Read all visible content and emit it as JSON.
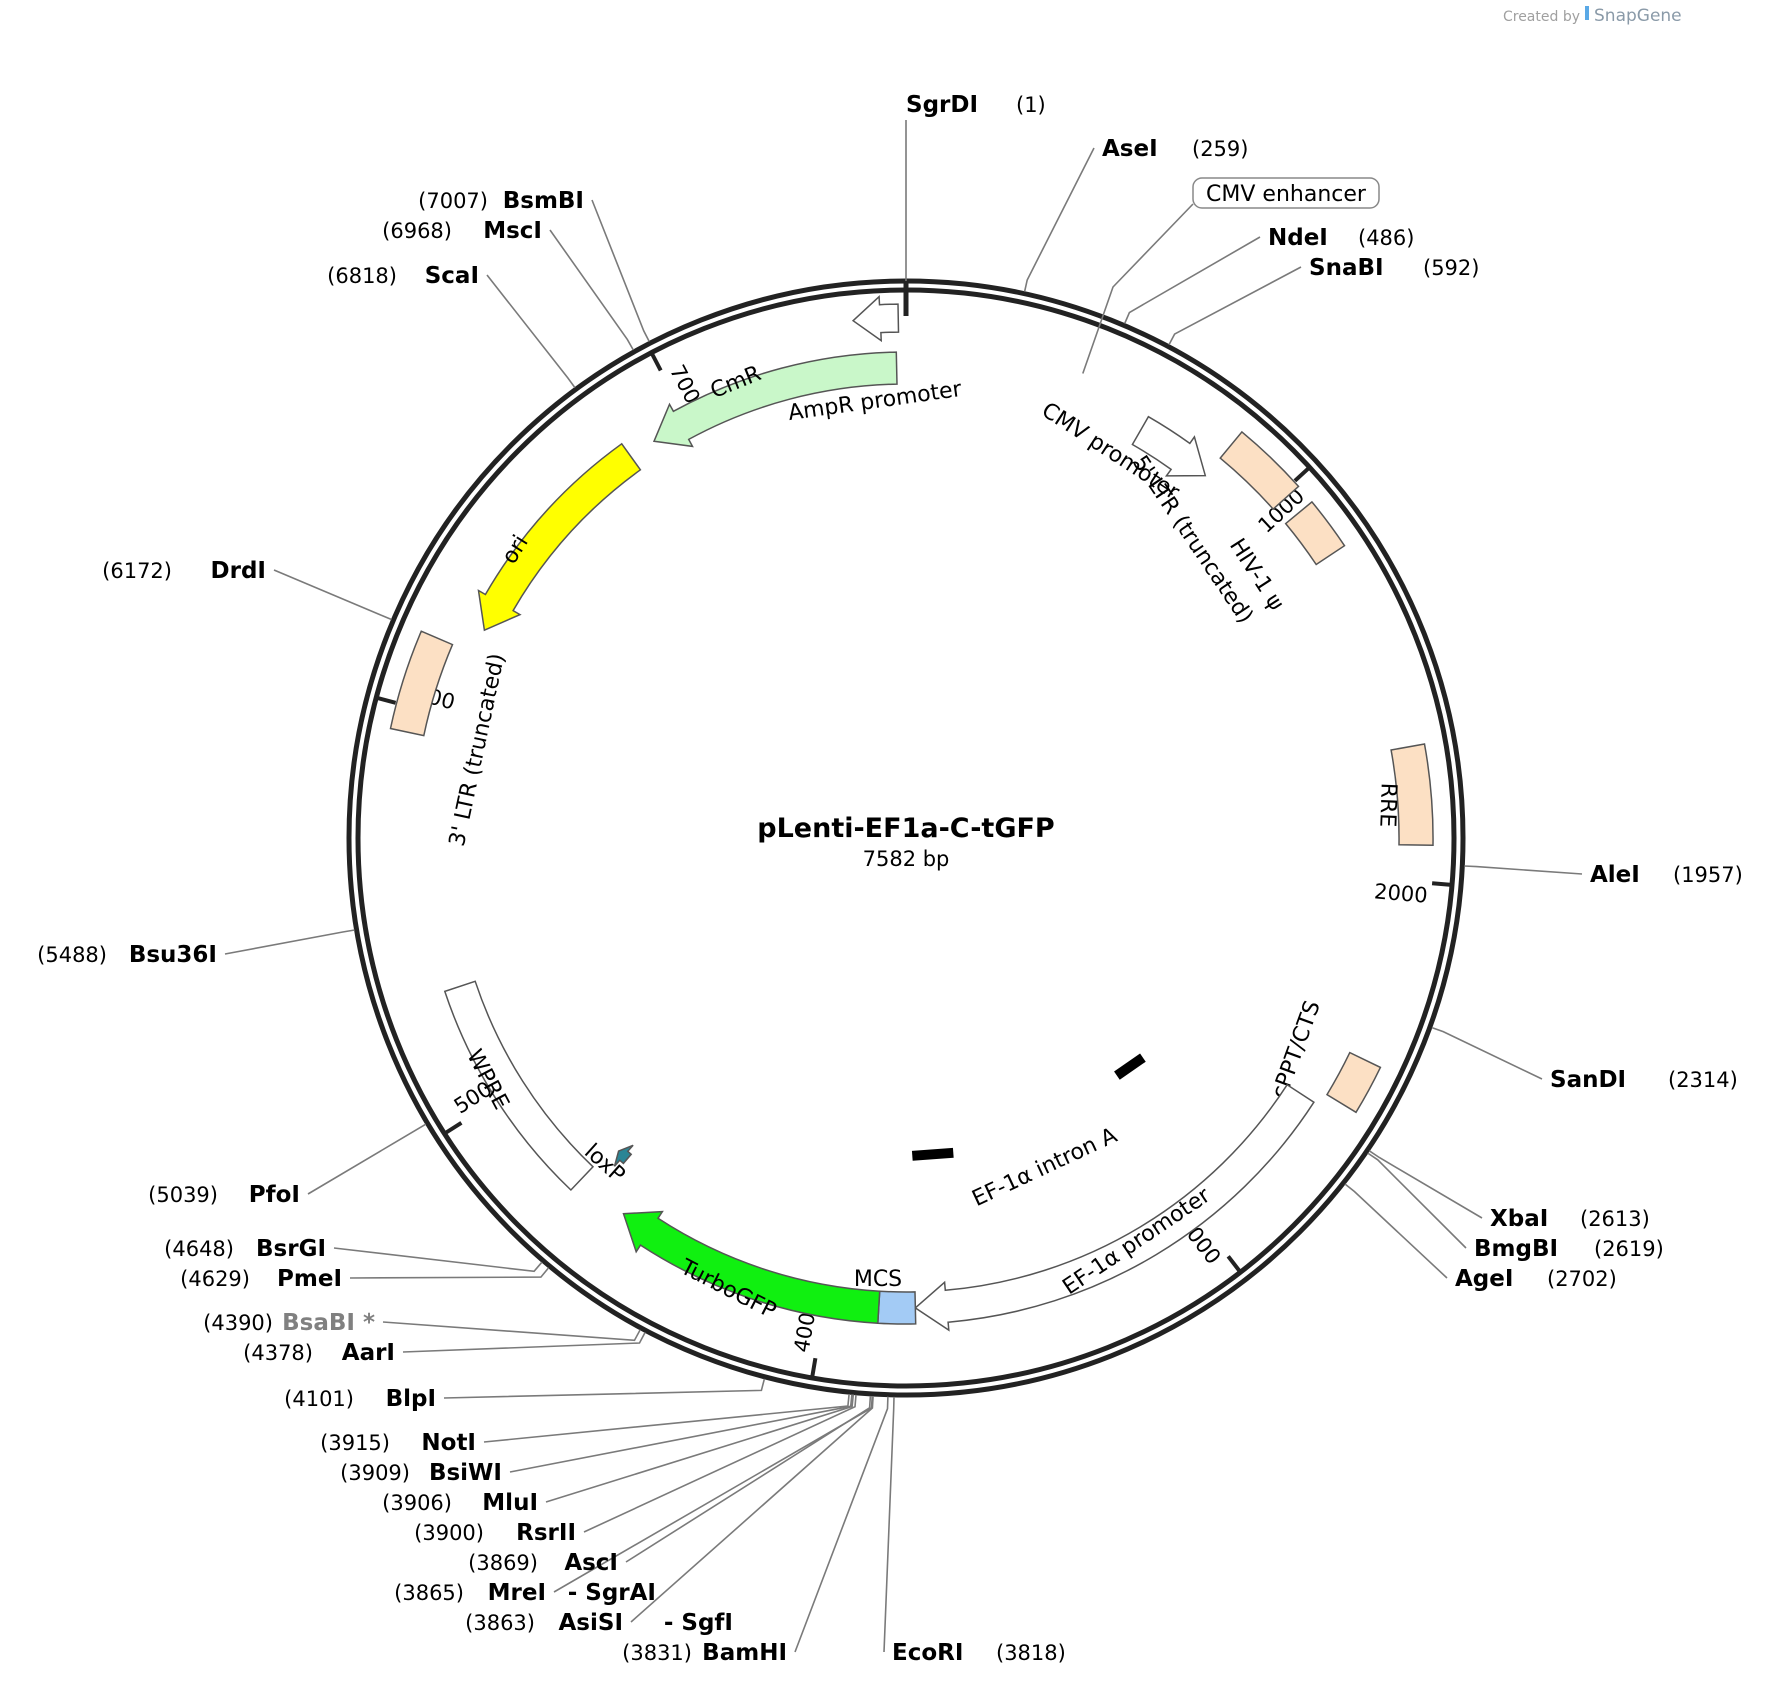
{
  "map": {
    "name": "pLenti-EF1a-C-tGFP",
    "length_label": "7582 bp",
    "total_bp": 7582
  },
  "credit": {
    "prefix": "Created by",
    "brand": "SnapGene"
  },
  "ticks": [
    {
      "pos": 1000,
      "label": "1000"
    },
    {
      "pos": 2000,
      "label": "2000"
    },
    {
      "pos": 3000,
      "label": "3000"
    },
    {
      "pos": 4000,
      "label": "4000"
    },
    {
      "pos": 5000,
      "label": "5000"
    },
    {
      "pos": 6000,
      "label": "6000"
    },
    {
      "pos": 7000,
      "label": "7000"
    }
  ],
  "features": [
    {
      "name": "CMV enhancer",
      "start": 250,
      "end": 630,
      "direction": "none",
      "color": "#ffffff",
      "boxed": true
    },
    {
      "name": "CMV promoter",
      "start": 631,
      "end": 834,
      "direction": "forward",
      "color": "#ffffff"
    },
    {
      "name": "5' LTR (truncated)",
      "start": 835,
      "end": 1015,
      "direction": "none",
      "color": "#fce0c4"
    },
    {
      "name": "HIV-1 ψ",
      "start": 1062,
      "end": 1187,
      "direction": "none",
      "color": "#fce0c4"
    },
    {
      "name": "RRE",
      "start": 1680,
      "end": 1913,
      "direction": "none",
      "color": "#fce0c4"
    },
    {
      "name": "cPPT/CTS",
      "start": 2440,
      "end": 2557,
      "direction": "none",
      "color": "#fce0c4"
    },
    {
      "name": "EF-1α promoter",
      "start": 2590,
      "end": 3768,
      "direction": "forward",
      "color": "#ffffff"
    },
    {
      "name": "EF-1α intron A",
      "start": 2820,
      "end": 3760,
      "direction": "none",
      "color": "#000000"
    },
    {
      "name": "MCS",
      "start": 3768,
      "end": 3862,
      "direction": "none",
      "color": "#a3cbf5"
    },
    {
      "name": "TurboGFP",
      "start": 3862,
      "end": 4570,
      "direction": "forward",
      "color": "#10f010"
    },
    {
      "name": "loxP",
      "start": 4655,
      "end": 4688,
      "direction": "forward",
      "color": "#2a8595"
    },
    {
      "name": "WPRE",
      "start": 4710,
      "end": 5300,
      "direction": "none",
      "color": "#ffffff"
    },
    {
      "name": "3' LTR (truncated)",
      "start": 5940,
      "end": 6174,
      "direction": "none",
      "color": "#fce0c4"
    },
    {
      "name": "ori",
      "start": 6240,
      "end": 6829,
      "direction": "reverse",
      "color": "#ffff00"
    },
    {
      "name": "CmR",
      "start": 6900,
      "end": 7559,
      "direction": "reverse",
      "color": "#c9f7c9"
    },
    {
      "name": "AmpR promoter",
      "start": 7460,
      "end": 7565,
      "direction": "reverse",
      "color": "#ffffff"
    }
  ],
  "sites": [
    {
      "name": "SgrDI",
      "pos": "(1)",
      "bp": 1
    },
    {
      "name": "AseI",
      "pos": "(259)",
      "bp": 259
    },
    {
      "name": "NdeI",
      "pos": "(486)",
      "bp": 486
    },
    {
      "name": "SnaBI",
      "pos": "(592)",
      "bp": 592
    },
    {
      "name": "AleI",
      "pos": "(1957)",
      "bp": 1957
    },
    {
      "name": "SanDI",
      "pos": "(2314)",
      "bp": 2314
    },
    {
      "name": "XbaI",
      "pos": "(2613)",
      "bp": 2613
    },
    {
      "name": "BmgBI",
      "pos": "(2619)",
      "bp": 2619
    },
    {
      "name": "AgeI",
      "pos": "(2702)",
      "bp": 2702
    },
    {
      "name": "EcoRI",
      "pos": "(3818)",
      "bp": 3818
    },
    {
      "name": "BamHI",
      "pos": "(3831)",
      "bp": 3831
    },
    {
      "name": "AsiSI",
      "suffix": "- SgfI",
      "pos": "(3863)",
      "bp": 3863
    },
    {
      "name": "MreI",
      "suffix": "- SgrAI",
      "pos": "(3865)",
      "bp": 3865
    },
    {
      "name": "AscI",
      "pos": "(3869)",
      "bp": 3869
    },
    {
      "name": "RsrII",
      "pos": "(3900)",
      "bp": 3900
    },
    {
      "name": "MluI",
      "pos": "(3906)",
      "bp": 3906
    },
    {
      "name": "BsiWI",
      "pos": "(3909)",
      "bp": 3909
    },
    {
      "name": "NotI",
      "pos": "(3915)",
      "bp": 3915
    },
    {
      "name": "BlpI",
      "pos": "(4101)",
      "bp": 4101
    },
    {
      "name": "AarI",
      "pos": "(4378)",
      "bp": 4378
    },
    {
      "name": "BsaBI *",
      "pos": "(4390)",
      "bp": 4390,
      "grey": true
    },
    {
      "name": "PmeI",
      "pos": "(4629)",
      "bp": 4629
    },
    {
      "name": "BsrGI",
      "pos": "(4648)",
      "bp": 4648
    },
    {
      "name": "PfoI",
      "pos": "(5039)",
      "bp": 5039
    },
    {
      "name": "Bsu36I",
      "pos": "(5488)",
      "bp": 5488
    },
    {
      "name": "DrdI",
      "pos": "(6172)",
      "bp": 6172
    },
    {
      "name": "ScaI",
      "pos": "(6818)",
      "bp": 6818
    },
    {
      "name": "MscI",
      "pos": "(6968)",
      "bp": 6968
    },
    {
      "name": "BsmBI",
      "pos": "(7007)",
      "bp": 7007
    }
  ]
}
